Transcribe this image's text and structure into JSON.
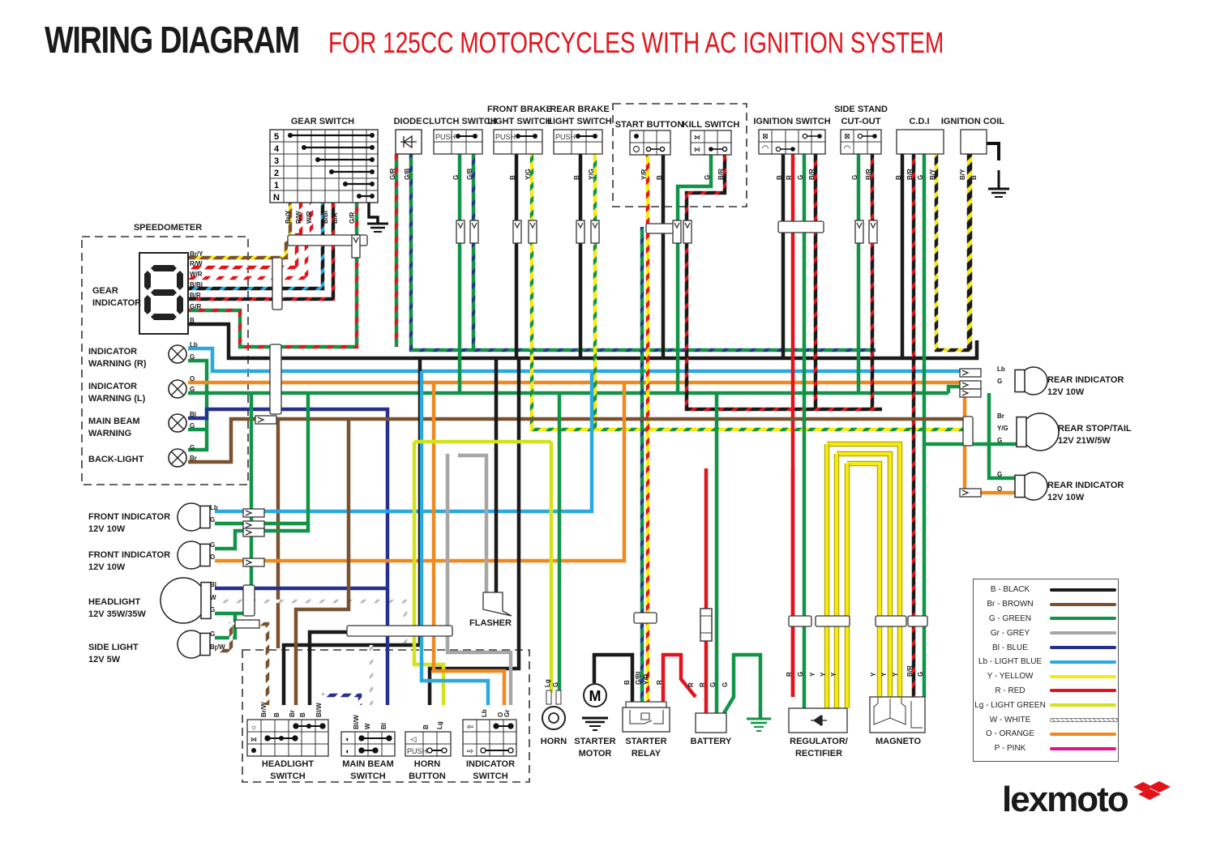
{
  "title": {
    "main": "WIRING DIAGRAM",
    "subtitle": "FOR 125CC MOTORCYCLES WITH AC IGNITION SYSTEM"
  },
  "components": {
    "gear_switch": "GEAR SWITCH",
    "gear_positions": [
      "5",
      "4",
      "3",
      "2",
      "1",
      "N"
    ],
    "diode": "DIODE",
    "clutch_switch": "CLUTCH SWITCH",
    "front_brake_1": "FRONT BRAKE",
    "front_brake_2": "LIGHT SWITCH",
    "rear_brake_1": "REAR BRAKE",
    "rear_brake_2": "LIGHT SWITCH",
    "start_button": "START BUTTON",
    "kill_switch": "KILL SWITCH",
    "ignition_switch": "IGNITION SWITCH",
    "side_stand_1": "SIDE STAND",
    "side_stand_2": "CUT-OUT",
    "cdi": "C.D.I",
    "ignition_coil": "IGNITION COIL",
    "speedometer": "SPEEDOMETER",
    "gear_indicator_1": "GEAR",
    "gear_indicator_2": "INDICATOR",
    "ind_warn_r_1": "INDICATOR",
    "ind_warn_r_2": "WARNING (R)",
    "ind_warn_l_1": "INDICATOR",
    "ind_warn_l_2": "WARNING (L)",
    "main_beam_warn_1": "MAIN BEAM",
    "main_beam_warn_2": "WARNING",
    "back_light": "BACK-LIGHT",
    "front_ind_1a": "FRONT INDICATOR",
    "front_ind_1b": "12V 10W",
    "front_ind_2a": "FRONT INDICATOR",
    "front_ind_2b": "12V 10W",
    "headlight_a": "HEADLIGHT",
    "headlight_b": "12V 35W/35W",
    "side_light_a": "SIDE LIGHT",
    "side_light_b": "12V 5W",
    "rear_ind_1a": "REAR INDICATOR",
    "rear_ind_1b": "12V 10W",
    "rear_stop_a": "REAR STOP/TAIL",
    "rear_stop_b": "12V 21W/5W",
    "rear_ind_2a": "REAR INDICATOR",
    "rear_ind_2b": "12V 10W",
    "flasher": "FLASHER",
    "headlight_switch_1": "HEADLIGHT",
    "headlight_switch_2": "SWITCH",
    "main_beam_switch_1": "MAIN BEAM",
    "main_beam_switch_2": "SWITCH",
    "horn_button_1": "HORN",
    "horn_button_2": "BUTTON",
    "indicator_switch_1": "INDICATOR",
    "indicator_switch_2": "SWITCH",
    "horn": "HORN",
    "starter_motor_1": "STARTER",
    "starter_motor_2": "MOTOR",
    "starter_relay_1": "STARTER",
    "starter_relay_2": "RELAY",
    "battery": "BATTERY",
    "regulator_1": "REGULATOR/",
    "regulator_2": "RECTIFIER",
    "magneto": "MAGNETO",
    "push": "PUSH",
    "motor_symbol": "M"
  },
  "wire_labels": {
    "speedo": [
      "Br/Y",
      "R/W",
      "W/R",
      "B/Bl",
      "B/R",
      "G/R",
      "B",
      "Lb",
      "G",
      "O",
      "G",
      "Bl",
      "G",
      "G",
      "Br"
    ],
    "gear_switch": [
      "Br/Y",
      "R/W",
      "W/R",
      "B/Bl",
      "B/R",
      "G/R"
    ],
    "diode": [
      "G/R",
      "G/B"
    ],
    "clutch": [
      "G",
      "G/B"
    ],
    "front_brake": [
      "B",
      "Y/G"
    ],
    "rear_brake": [
      "B",
      "Y/G"
    ],
    "start_button": [
      "Y/R",
      "B"
    ],
    "kill_switch": [
      "G",
      "B/R"
    ],
    "ignition_switch": [
      "B",
      "R",
      "G",
      "B/R"
    ],
    "side_stand": [
      "G",
      "B/R"
    ],
    "cdi": [
      "B",
      "B/R",
      "G",
      "B/Y"
    ],
    "ignition_coil": [
      "B/Y",
      "B"
    ],
    "front_ind_1": [
      "Lb",
      "G"
    ],
    "front_ind_2": [
      "G",
      "O"
    ],
    "headlight": [
      "Bl",
      "W",
      "G"
    ],
    "side_light": [
      "G",
      "Br/W"
    ],
    "rear_ind_1": [
      "Lb",
      "G"
    ],
    "rear_stop": [
      "Br",
      "Y/G",
      "G"
    ],
    "rear_ind_2": [
      "G",
      "O"
    ],
    "headlight_switch": [
      "Br/W",
      "B",
      "Br",
      "B",
      "Bl/W"
    ],
    "main_beam_switch": [
      "Bl/W",
      "W",
      "Bl"
    ],
    "horn_button": [
      "B",
      "Lg"
    ],
    "indicator_switch": [
      "Lb",
      "O",
      "Gr"
    ],
    "horn": [
      "Lg",
      "G"
    ],
    "starter_relay": [
      "B",
      "G/Bl",
      "Y/R",
      "R"
    ],
    "battery": [
      "R",
      "R",
      "G",
      "G"
    ],
    "regulator": [
      "R",
      "G",
      "Y",
      "Y",
      "Y"
    ],
    "magneto": [
      "Y",
      "Y",
      "Y",
      "B/R",
      "G"
    ]
  },
  "legend": [
    {
      "code": "B - BLACK",
      "color": "#1a1a1a"
    },
    {
      "code": "Br - BROWN",
      "color": "#7a5230"
    },
    {
      "code": "G - GREEN",
      "color": "#119447"
    },
    {
      "code": "Gr - GREY",
      "color": "#a6a6a6"
    },
    {
      "code": "Bl - BLUE",
      "color": "#25308f"
    },
    {
      "code": "Lb - LIGHT BLUE",
      "color": "#29a9e0"
    },
    {
      "code": "Y - YELLOW",
      "color": "#f5ea14"
    },
    {
      "code": "R - RED",
      "color": "#e3131b"
    },
    {
      "code": "Lg - LIGHT GREEN",
      "color": "#d4e21a"
    },
    {
      "code": "W - WHITE",
      "color": "#ffffff"
    },
    {
      "code": "O - ORANGE",
      "color": "#f08a1f"
    },
    {
      "code": "P - PINK",
      "color": "#e5138c"
    }
  ],
  "brand": {
    "logo_text": "lexmoto",
    "accent": "#e3131b"
  }
}
